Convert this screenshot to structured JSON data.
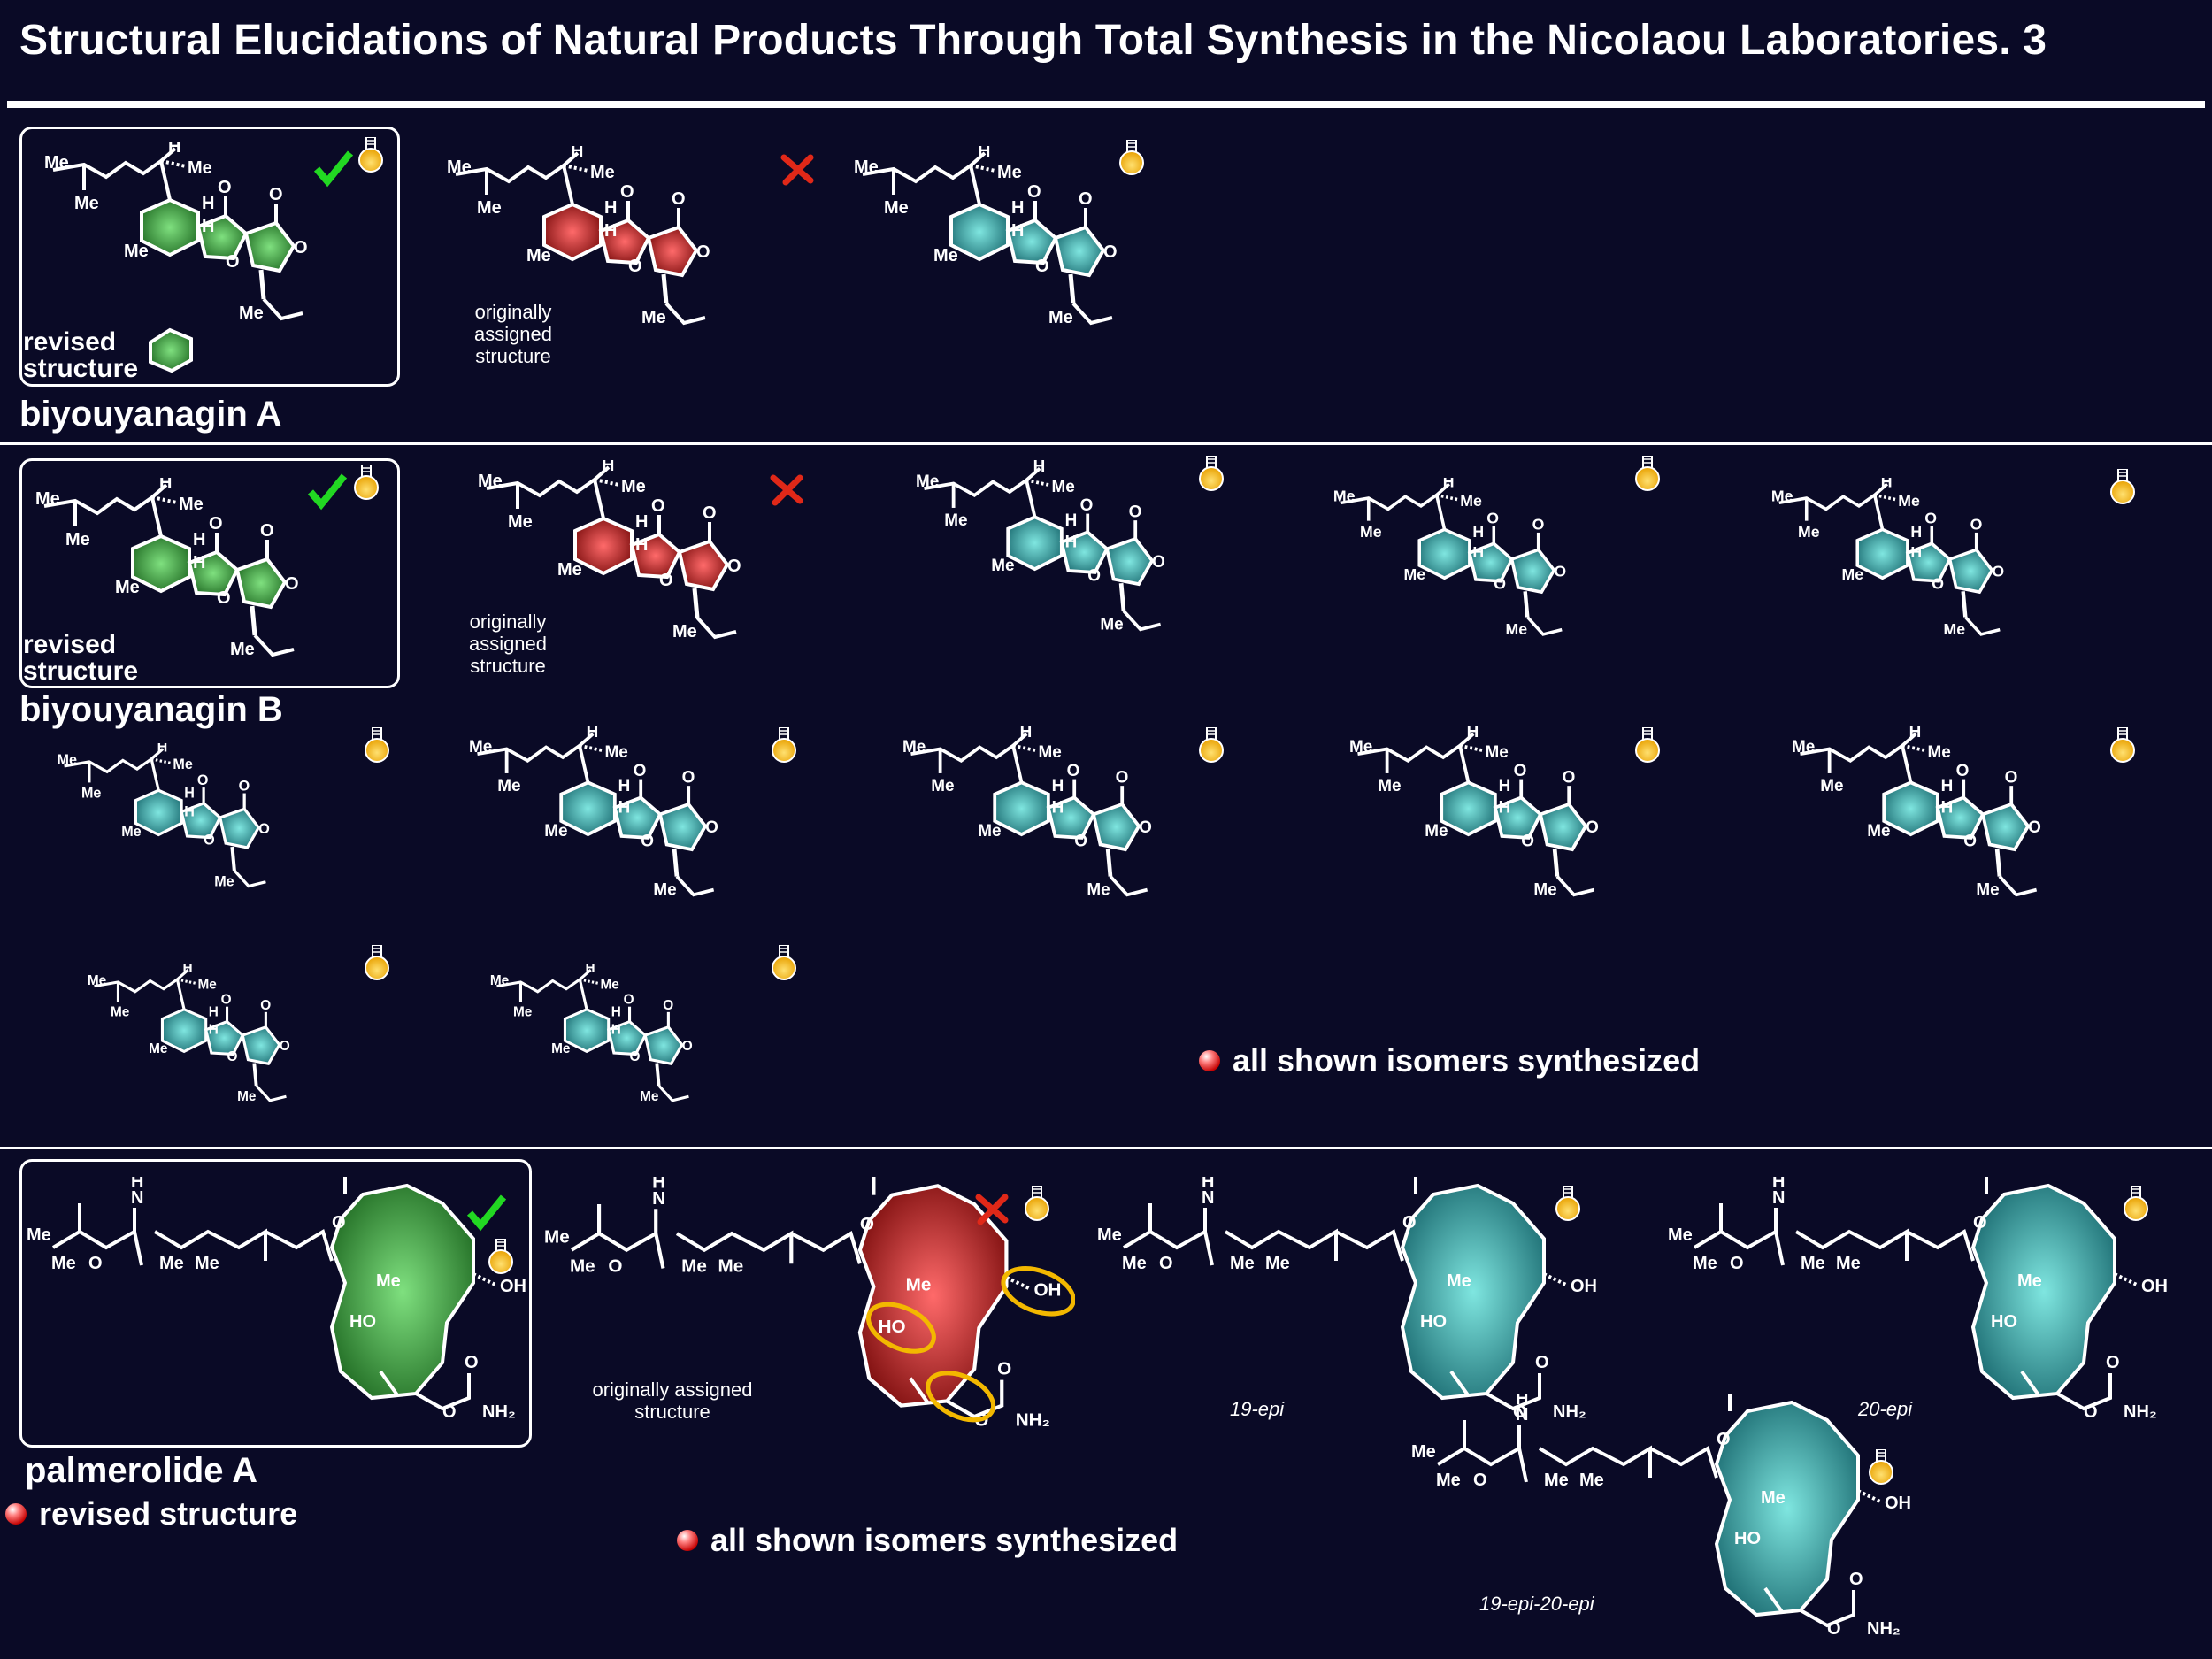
{
  "title": "Structural Elucidations of Natural Products Through Total Synthesis in the Nicolaou Laboratories. 3",
  "colors": {
    "background": "#0a0a26",
    "revised": "#3aa040",
    "original": "#d42020",
    "isomer": "#2fb0a8",
    "check": "#22d822",
    "cross": "#e02818",
    "flask": "#f3b800"
  },
  "icons": [
    "check-icon",
    "cross-icon",
    "flask-icon",
    "bullet-dot-icon"
  ],
  "section_a": {
    "name": "biyouyanagin A",
    "revised_label_1": "revised",
    "revised_label_2": "structure",
    "original_note_1": "originally",
    "original_note_2": "assigned",
    "original_note_3": "structure"
  },
  "section_b": {
    "name": "biyouyanagin B",
    "revised_label_1": "revised",
    "revised_label_2": "structure",
    "original_note_1": "originally",
    "original_note_2": "assigned",
    "original_note_3": "structure",
    "synth_note": "all shown isomers synthesized"
  },
  "section_c": {
    "name": "palmerolide A",
    "revised_note": "revised structure",
    "original_note_1": "originally assigned",
    "original_note_2": "structure",
    "epi_19": "19-epi",
    "epi_20": "20-epi",
    "epi_19_20": "19-epi-20-epi",
    "synth_note": "all shown isomers synthesized"
  }
}
